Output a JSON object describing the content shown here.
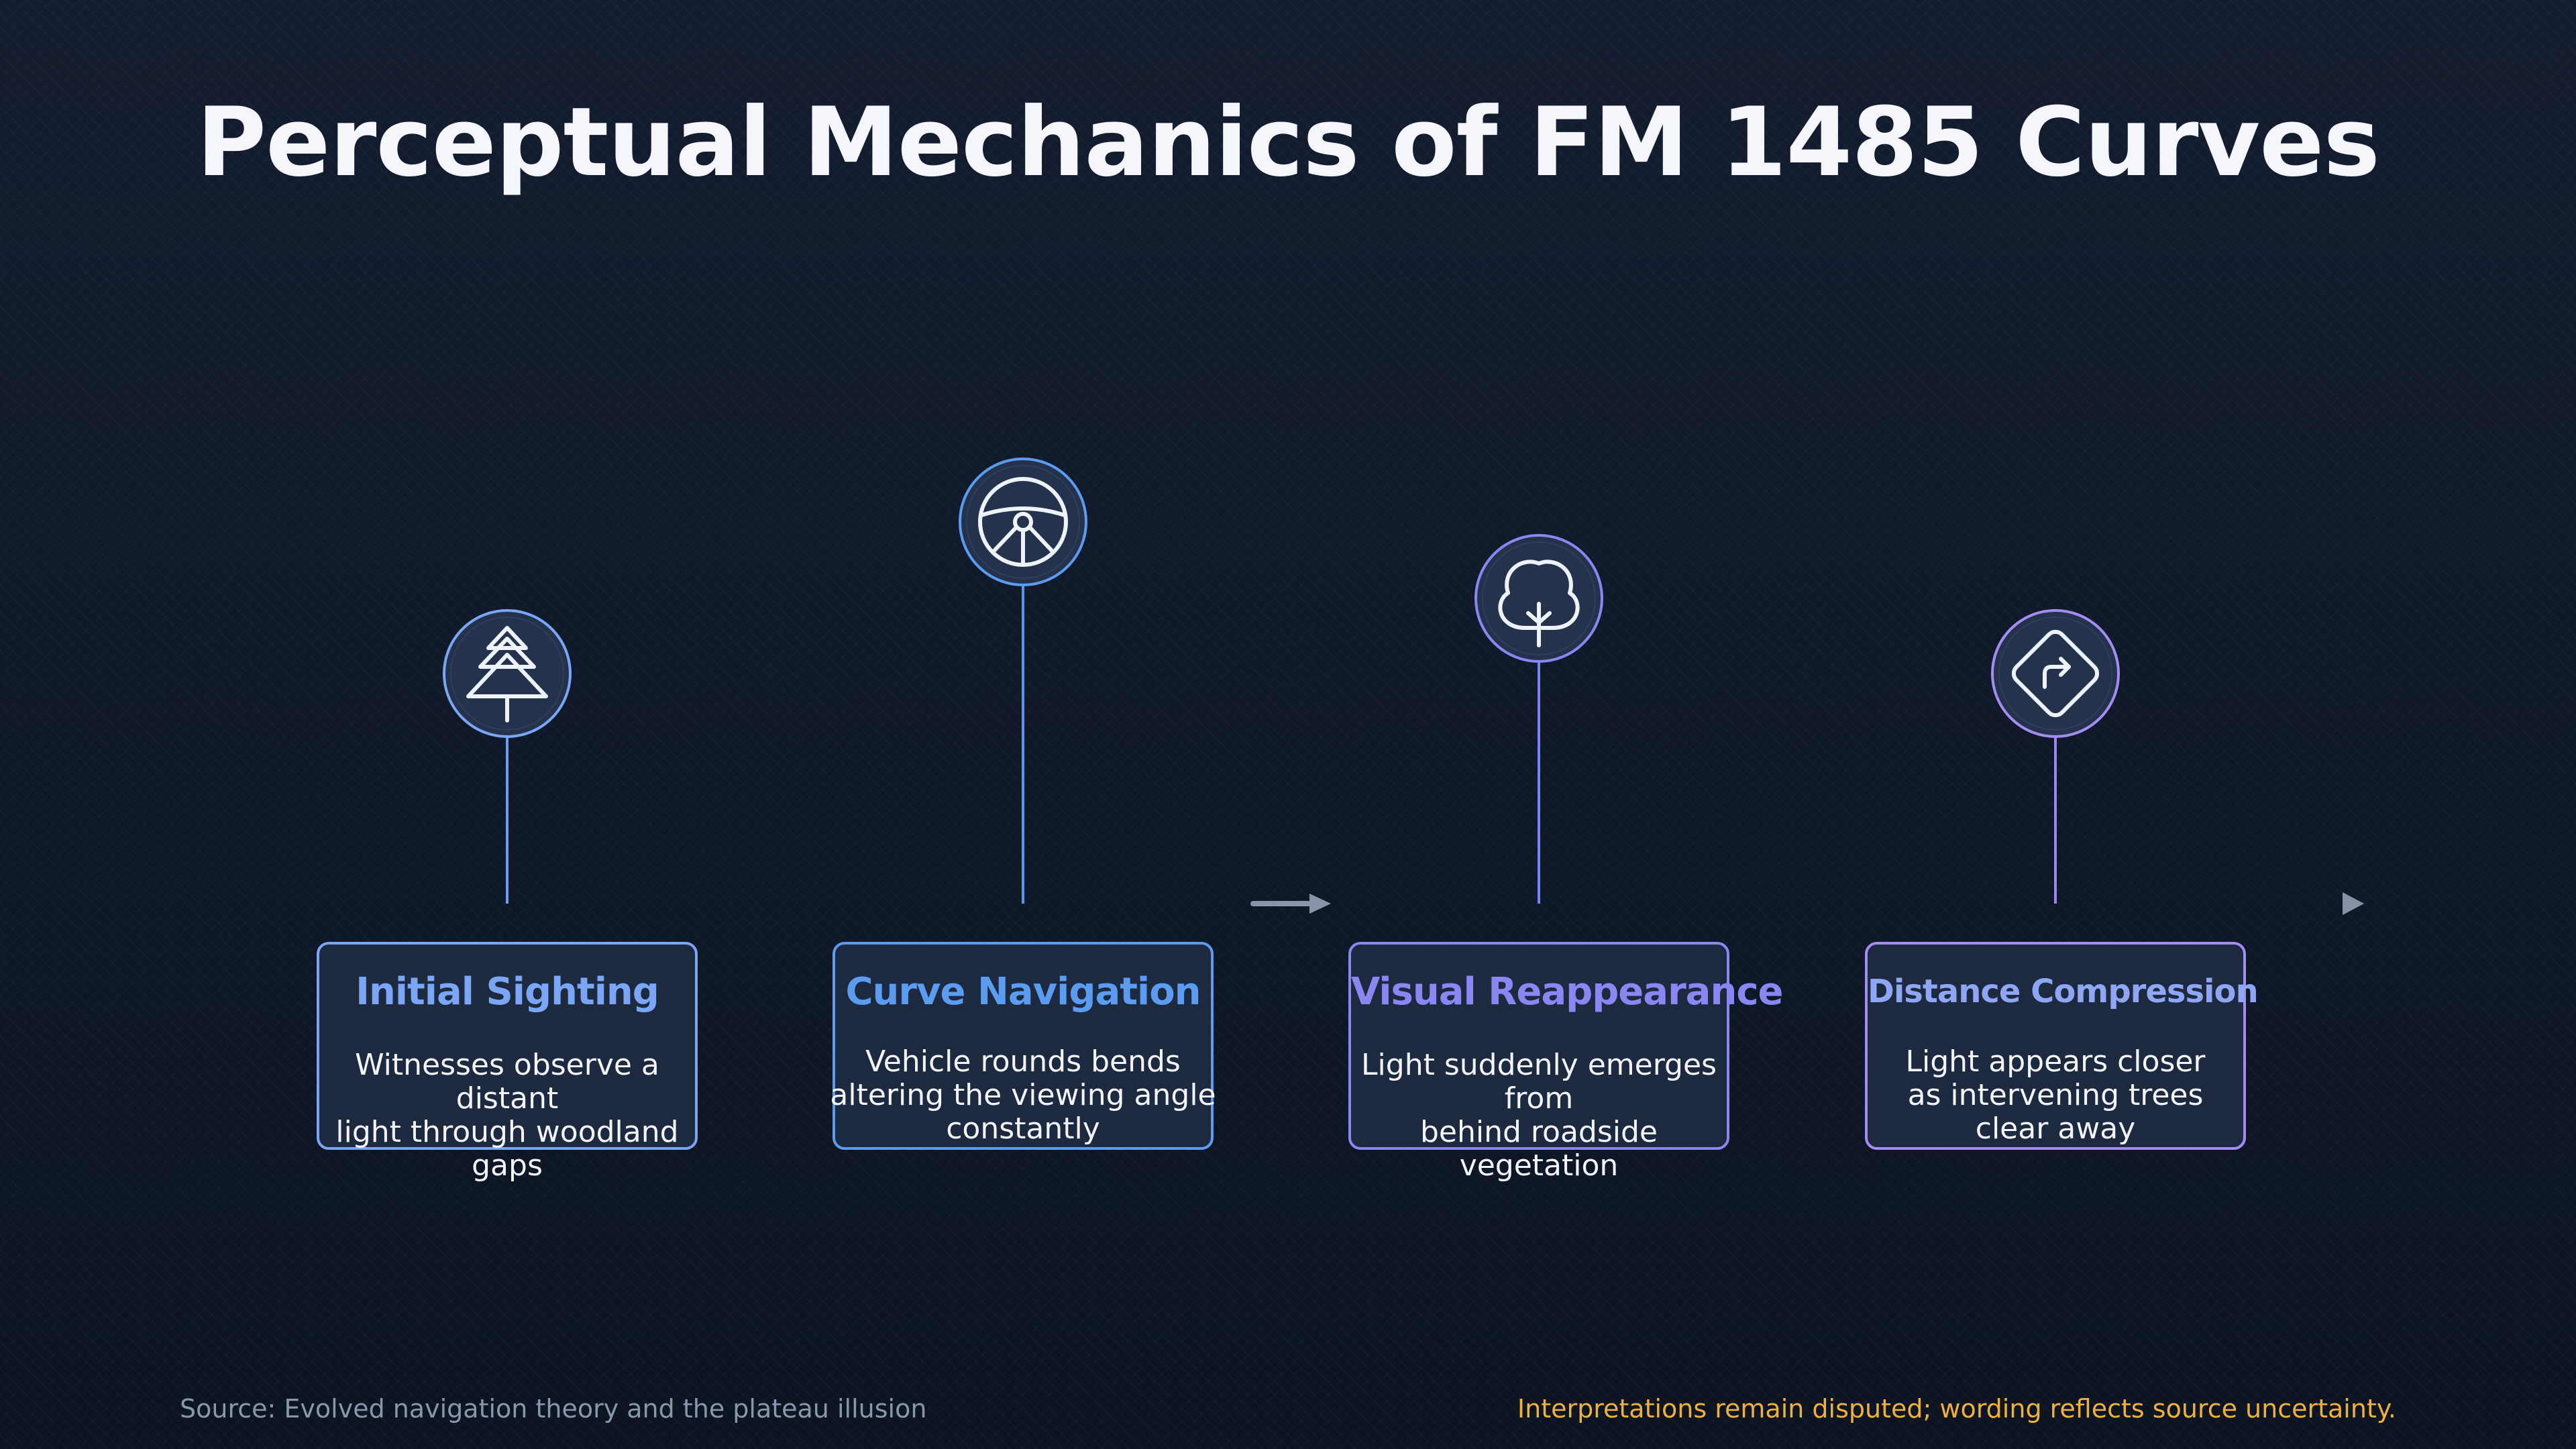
{
  "title": "Perceptual Mechanics of FM 1485 Curves",
  "steps": [
    {
      "title": "Initial Sighting",
      "description_lines": [
        "Witnesses observe a distant",
        "light through woodland gaps"
      ],
      "icon": "pine-tree-icon",
      "color": "#7aa6f5"
    },
    {
      "title": "Curve Navigation",
      "description_lines": [
        "Vehicle rounds bends",
        "altering the viewing angle",
        "constantly"
      ],
      "icon": "steering-wheel-icon",
      "color": "#5b9cf0"
    },
    {
      "title": "Visual Reappearance",
      "description_lines": [
        "Light suddenly emerges from",
        "behind roadside vegetation"
      ],
      "icon": "deciduous-tree-icon",
      "color": "#8a86f2"
    },
    {
      "title": "Distance Compression",
      "description_lines": [
        "Light appears closer",
        "as intervening trees",
        "clear away"
      ],
      "icon": "turn-right-sign-icon",
      "color": "#a48cf3"
    }
  ],
  "footer": {
    "source": "Source: Evolved navigation theory and the plateau illusion",
    "disclaimer": "Interpretations remain disputed; wording reflects source uncertainty.",
    "disclaimer_color": "#f0b13c"
  }
}
